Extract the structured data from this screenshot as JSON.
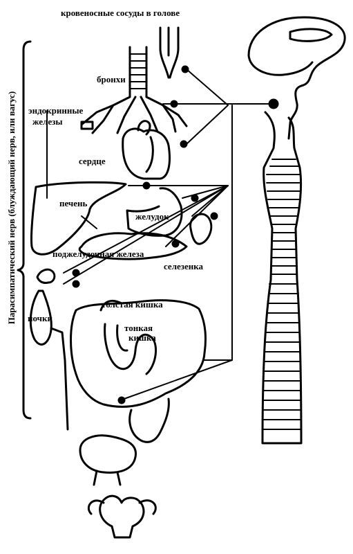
{
  "labels": {
    "head_vessels": "кровеносные сосуды в голове",
    "bronchi": "бронхи",
    "endocrine_1": "эндокринные",
    "endocrine_2": "железы",
    "heart": "сердце",
    "liver": "печень",
    "stomach": "желудок",
    "pancreas": "поджелудочная железа",
    "spleen": "селезенка",
    "kidneys": "почки",
    "large_intestine": "толстая кишка",
    "small_intestine_1": "тонкая",
    "small_intestine_2": "кишка",
    "side": "Парасимпатический нерв (блуждающий нерв, или вагус)"
  }
}
